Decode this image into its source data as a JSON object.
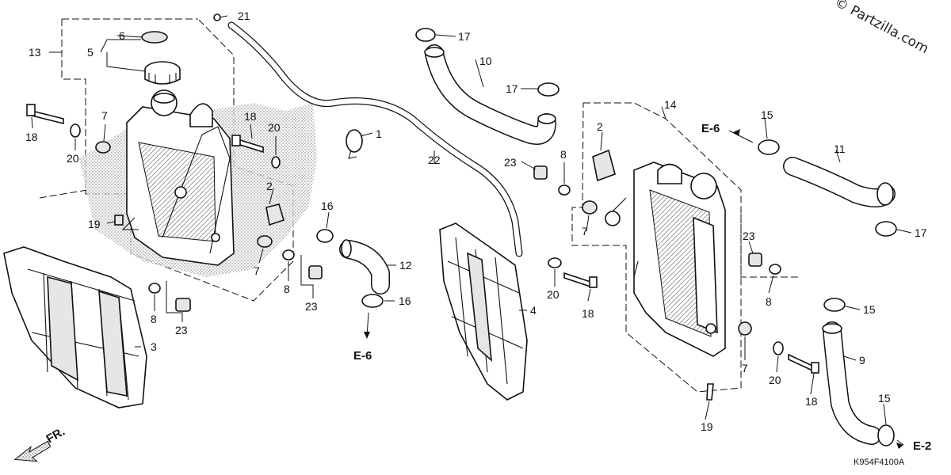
{
  "watermark": "© Partzilla.com",
  "diagram_code": "K954F4100A",
  "direction_label": "FR.",
  "refs": {
    "e6_top": "E-6",
    "e6_bottom": "E-6",
    "e2": "E-2"
  },
  "callouts": {
    "c1": "1",
    "c2a": "2",
    "c2b": "2",
    "c3": "3",
    "c4": "4",
    "c5": "5",
    "c6": "6",
    "c7a": "7",
    "c7b": "7",
    "c7c": "7",
    "c7d": "7",
    "c8a": "8",
    "c8b": "8",
    "c8c": "8",
    "c8d": "8",
    "c9": "9",
    "c10": "10",
    "c11": "11",
    "c12": "12",
    "c13": "13",
    "c14": "14",
    "c15a": "15",
    "c15b": "15",
    "c15c": "15",
    "c16a": "16",
    "c16b": "16",
    "c17a": "17",
    "c17b": "17",
    "c17c": "17",
    "c18a": "18",
    "c18b": "18",
    "c18c": "18",
    "c18d": "18",
    "c19a": "19",
    "c19b": "19",
    "c20a": "20",
    "c20b": "20",
    "c20c": "20",
    "c20d": "20",
    "c21": "21",
    "c22": "22",
    "c23a": "23",
    "c23b": "23",
    "c23c": "23",
    "c23d": "23"
  }
}
